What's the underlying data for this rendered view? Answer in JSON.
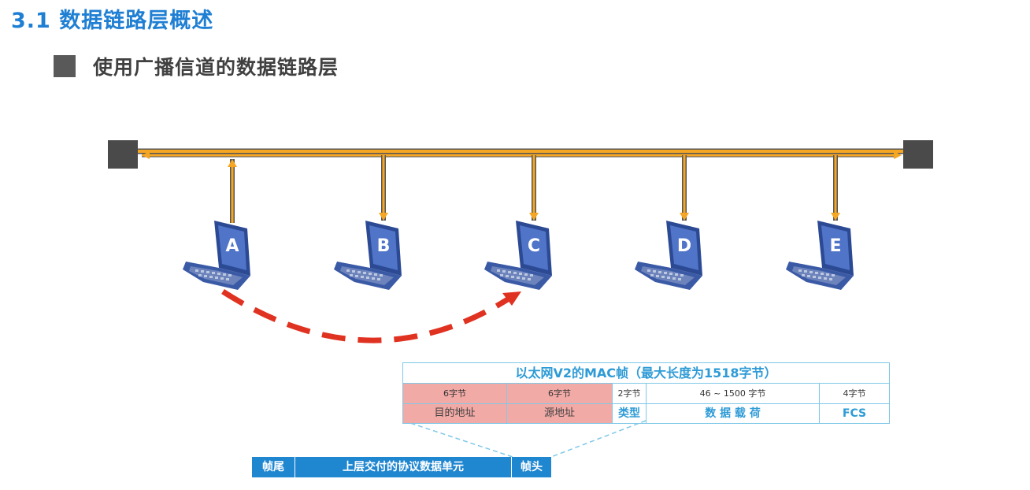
{
  "header": {
    "title": "3.1 数据链路层概述",
    "subtitle": "使用广播信道的数据链路层"
  },
  "stations": [
    "A",
    "B",
    "C",
    "D",
    "E"
  ],
  "mac_frame": {
    "title": "以太网V2的MAC帧（最大长度为1518字节）",
    "fields": [
      {
        "size": "6字节",
        "name": "目的地址"
      },
      {
        "size": "6字节",
        "name": "源地址"
      },
      {
        "size": "2字节",
        "name": "类型"
      },
      {
        "size": "46 ~ 1500 字节",
        "name": "数 据 载 荷"
      },
      {
        "size": "4字节",
        "name": "FCS"
      }
    ]
  },
  "pdu": {
    "tail": "帧尾",
    "payload": "上层交付的协议数据单元",
    "head": "帧头"
  },
  "colors": {
    "title": "#1f7fd3",
    "bus": "#f5a623",
    "terminator": "#4a4a4a",
    "laptop": "#3b5aa6",
    "arrow": "#e03221",
    "mac_border": "#7fc8e8",
    "mac_highlight": "#f2aaa6",
    "pdu_fill": "#1f86d0"
  }
}
